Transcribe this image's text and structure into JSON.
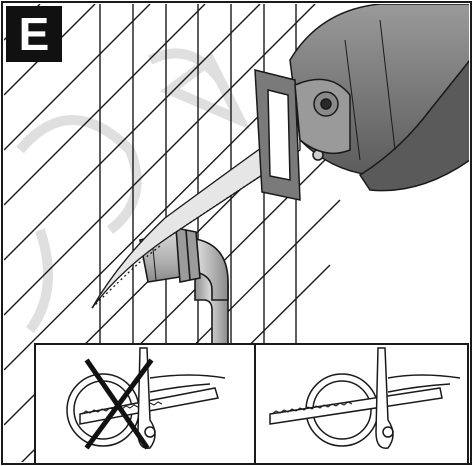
{
  "figure": {
    "step_label": "E",
    "panels": [
      {
        "status": "incorrect",
        "icon": "x-mark-icon"
      },
      {
        "status": "correct",
        "icon": "none"
      }
    ]
  },
  "colors": {
    "line": "#1a1a1a",
    "saw_body": "#7d7d7d",
    "saw_body_dark": "#5a5a5a",
    "saw_light": "#c9c9c9",
    "pipe": "#b8b8b8",
    "pipe_dark": "#8a8a8a",
    "background": "#ffffff",
    "badge": "#111111",
    "watermark": "#d8d8d8"
  }
}
